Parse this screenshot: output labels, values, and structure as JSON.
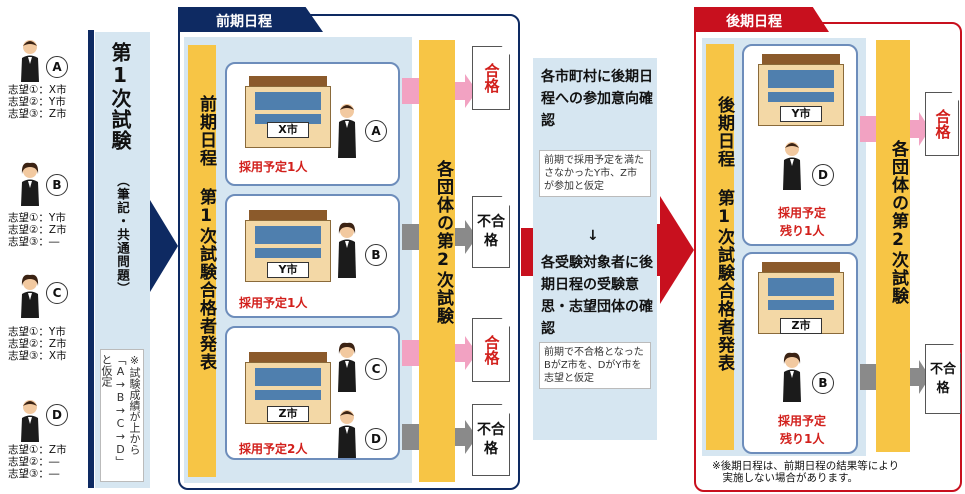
{
  "candidates": [
    {
      "letter": "A",
      "prefs": "志望①：X市\n志望②：Y市\n志望③：Z市"
    },
    {
      "letter": "B",
      "prefs": "志望①：Y市\n志望②：Z市\n志望③：―"
    },
    {
      "letter": "C",
      "prefs": "志望①：Y市\n志望②：Z市\n志望③：X市"
    },
    {
      "letter": "D",
      "prefs": "志望①：Z市\n志望②：―\n志望③：―"
    }
  ],
  "first_exam": {
    "title": "第1次試験",
    "sub": "（筆記・共通問題）",
    "note": "※試験成績が上から「A→B→C→D」と仮定"
  },
  "zenki": {
    "tab": "前期日程",
    "passers": "前期日程 第1次試験合格者発表",
    "second": "各団体の第2次試験",
    "munis": [
      {
        "city": "X市",
        "plan": "採用予定1人",
        "cands": [
          "A"
        ]
      },
      {
        "city": "Y市",
        "plan": "採用予定1人",
        "cands": [
          "B"
        ]
      },
      {
        "city": "Z市",
        "plan": "採用予定2人",
        "cands": [
          "C",
          "D"
        ]
      }
    ],
    "results": [
      "合格",
      "不合格",
      "合格",
      "不合格"
    ]
  },
  "middle": {
    "h1": "各市町村に後期日程への参加意向確認",
    "n1": "前期で採用予定を満たさなかったY市、Z市が参加と仮定",
    "arrow": "↓",
    "h2": "各受験対象者に後期日程の受験意思・志望団体の確認",
    "n2": "前期で不合格となったBがZ市を、DがY市を志望と仮定"
  },
  "kouki": {
    "tab": "後期日程",
    "passers": "後期日程 第1次試験合格者発表",
    "second": "各団体の第2次試験",
    "munis": [
      {
        "city": "Y市",
        "cand": "D",
        "plan1": "採用予定",
        "plan2": "残り1人"
      },
      {
        "city": "Z市",
        "cand": "B",
        "plan1": "採用予定",
        "plan2": "残り1人"
      }
    ],
    "results": [
      "合格",
      "不合格"
    ]
  },
  "footnote": "※後期日程は、前期日程の結果等により\n　実施しない場合があります。",
  "colors": {
    "navy": "#0e2a62",
    "red": "#c8101e",
    "lightblue": "#d6e6f1",
    "yellow": "#f7c545",
    "pink": "#f2a2c2",
    "gray": "#8a8a8a"
  }
}
